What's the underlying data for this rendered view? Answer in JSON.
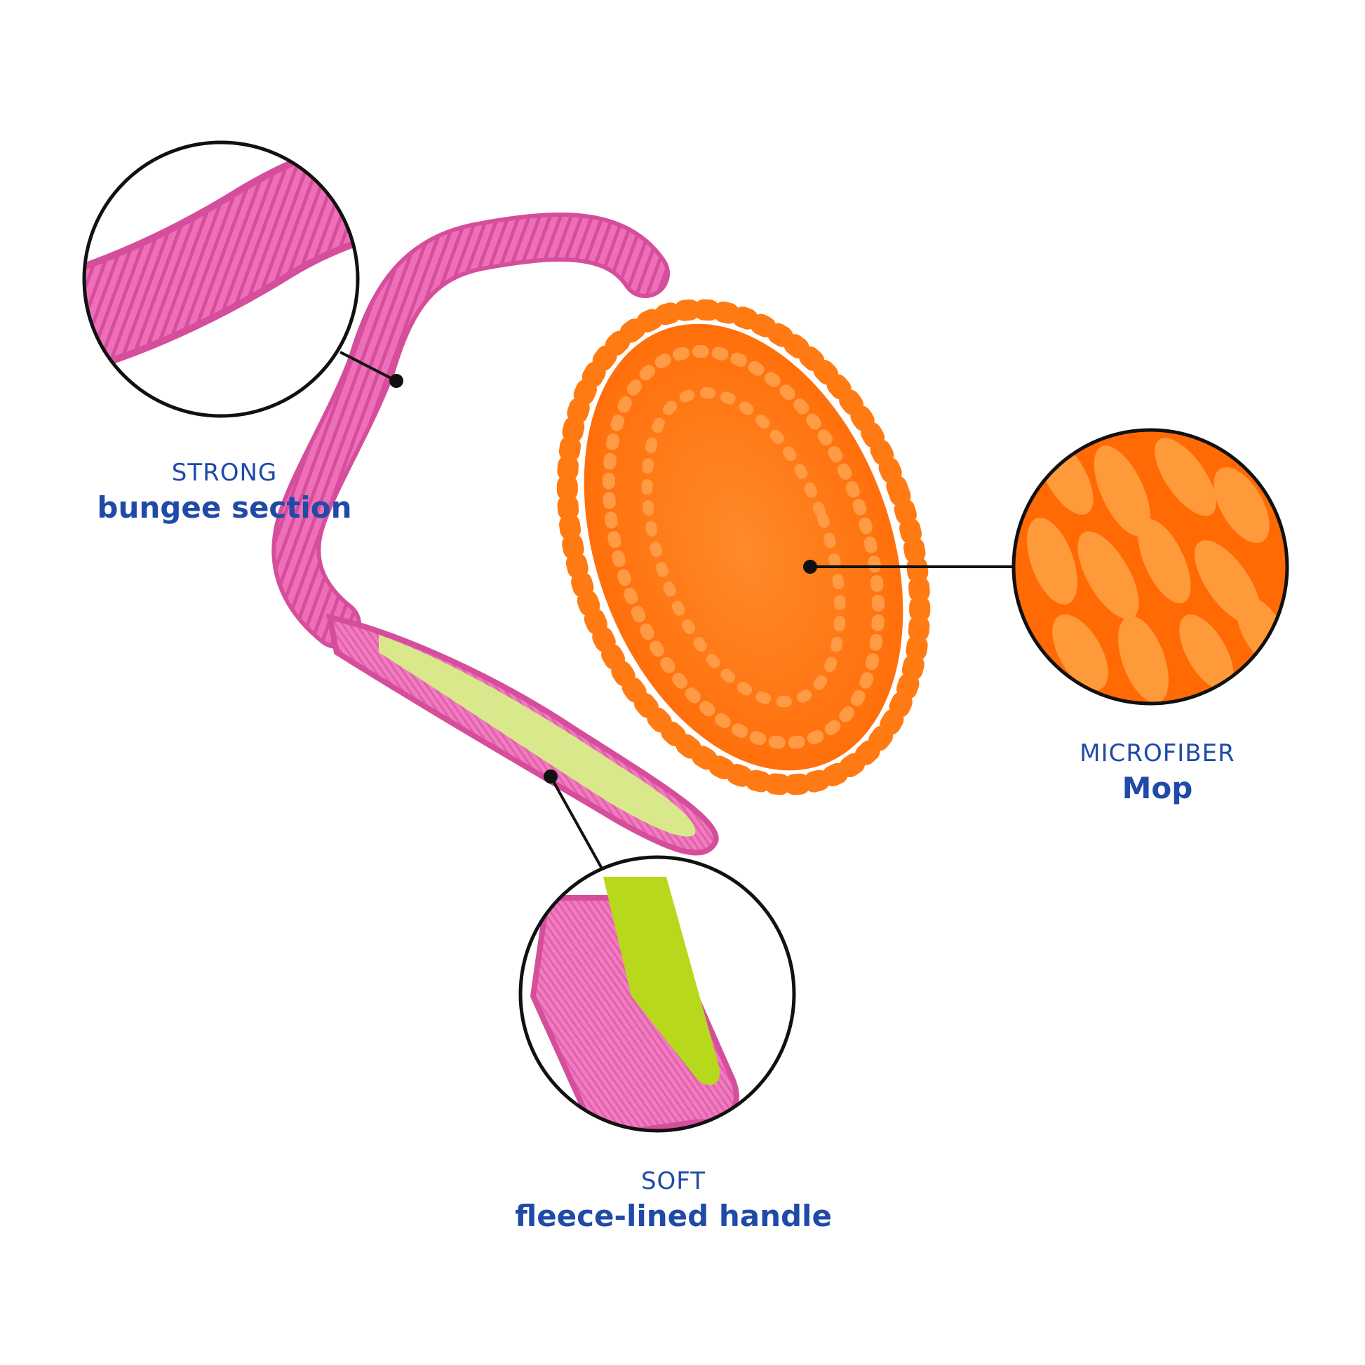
{
  "callouts": {
    "bungee": {
      "small": "STRONG",
      "big": "bungee section"
    },
    "mop": {
      "small": "MICROFIBER",
      "big": "Mop"
    },
    "handle": {
      "small": "SOFT",
      "big": "fleece-lined handle"
    }
  },
  "colors": {
    "pink": "#ee6fb7",
    "pink_dark": "#d54e9c",
    "orange": "#ff7a12",
    "lime": "#d8f24a",
    "callout_text": "#1f4aa8",
    "circle_stroke": "#111111"
  }
}
